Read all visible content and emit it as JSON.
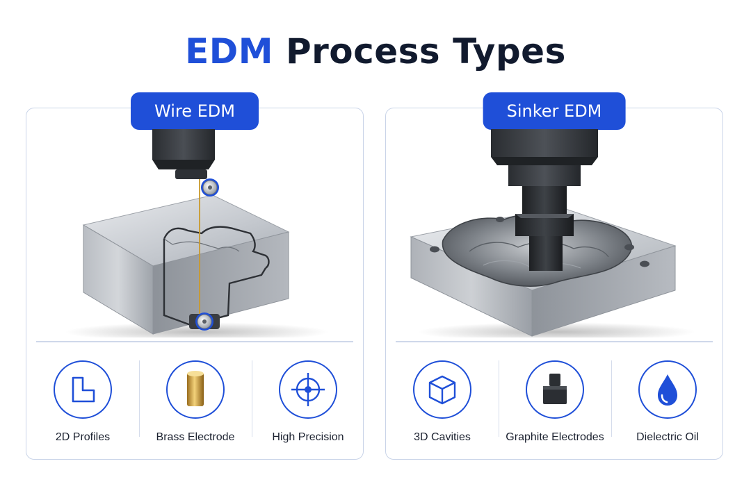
{
  "colors": {
    "accent": "#1f4fd8",
    "title_dark": "#111a2e",
    "text": "#1c2230",
    "divider": "#cfd8ea"
  },
  "title": {
    "accent": "EDM",
    "rest": " Process Types"
  },
  "panels": {
    "wire": {
      "heading": "Wire EDM",
      "features": [
        {
          "label": "2D Profiles",
          "icon": "l-profile-icon"
        },
        {
          "label": "Brass Electrode",
          "icon": "brass-rod-icon"
        },
        {
          "label": "High Precision",
          "icon": "crosshair-icon"
        }
      ]
    },
    "sinker": {
      "heading": "Sinker EDM",
      "features": [
        {
          "label": "3D Cavities",
          "icon": "cube-icon"
        },
        {
          "label": "Graphite Electrodes",
          "icon": "graphite-block-icon"
        },
        {
          "label": "Dielectric Oil",
          "icon": "oil-drop-icon"
        }
      ]
    }
  }
}
